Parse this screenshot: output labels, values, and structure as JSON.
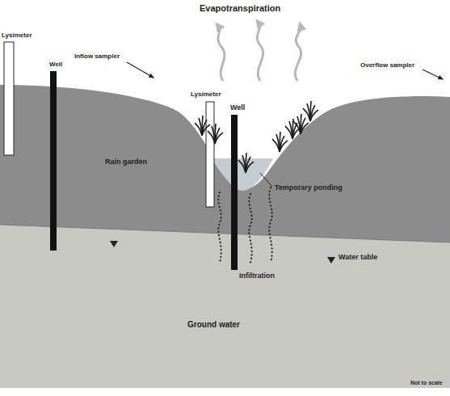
{
  "diagram": {
    "labels": [
      "Evapotranspiration",
      "Lysimeter",
      "Well",
      "Inflow sampler",
      "Lysimeter",
      "Well",
      "Overflow sampler",
      "Rain garden",
      "Temporary ponding",
      "Water table",
      "Infiltration",
      "Ground water",
      "Not to scale"
    ]
  }
}
